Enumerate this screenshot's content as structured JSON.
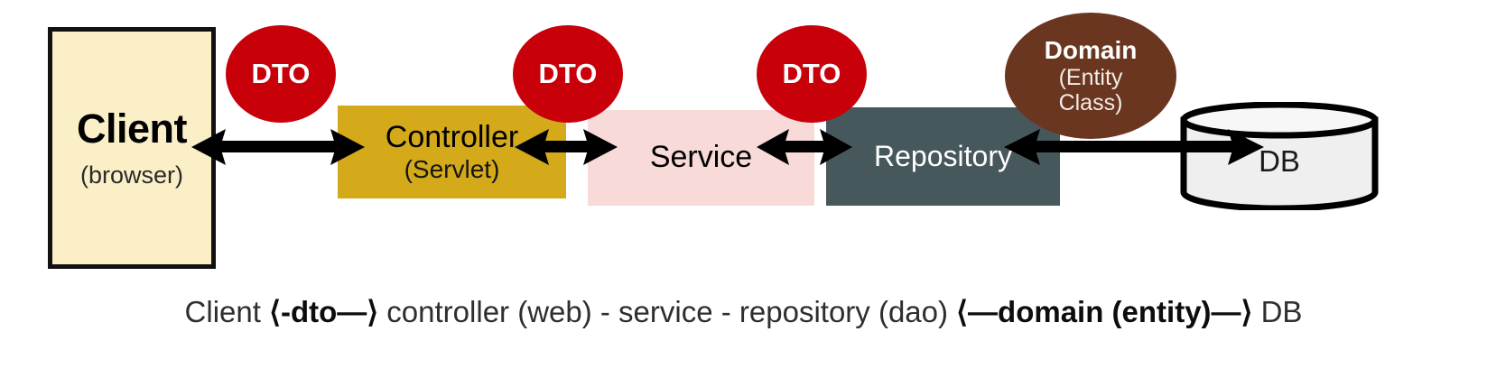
{
  "diagram": {
    "title": "Layered architecture data flow",
    "colors": {
      "client_fill": "#FBEFC8",
      "controller_fill": "#D4A91A",
      "service_fill": "#F8DAD8",
      "repository_fill": "#47585D",
      "dto_fill": "#C8000A",
      "domain_fill": "#6B3620",
      "db_fill": "#EFEFEF",
      "stroke": "#111111"
    },
    "nodes": {
      "client": {
        "title": "Client",
        "subtitle": "(browser)"
      },
      "controller": {
        "title": "Controller",
        "subtitle": "(Servlet)"
      },
      "service": {
        "title": "Service",
        "subtitle": ""
      },
      "repository": {
        "title": "Repository",
        "subtitle": ""
      },
      "db": {
        "title": "DB"
      }
    },
    "badges": {
      "dto_1": "DTO",
      "dto_2": "DTO",
      "dto_3": "DTO",
      "domain": {
        "line1": "Domain",
        "line2": "(Entity",
        "line3": "Class)"
      }
    },
    "caption": {
      "seg1": "Client ",
      "seg2": "⟨-dto—⟩",
      "seg3": " controller (web) - service - repository (dao) ",
      "seg4": "⟨—domain (entity)—⟩",
      "seg5": " DB"
    }
  }
}
